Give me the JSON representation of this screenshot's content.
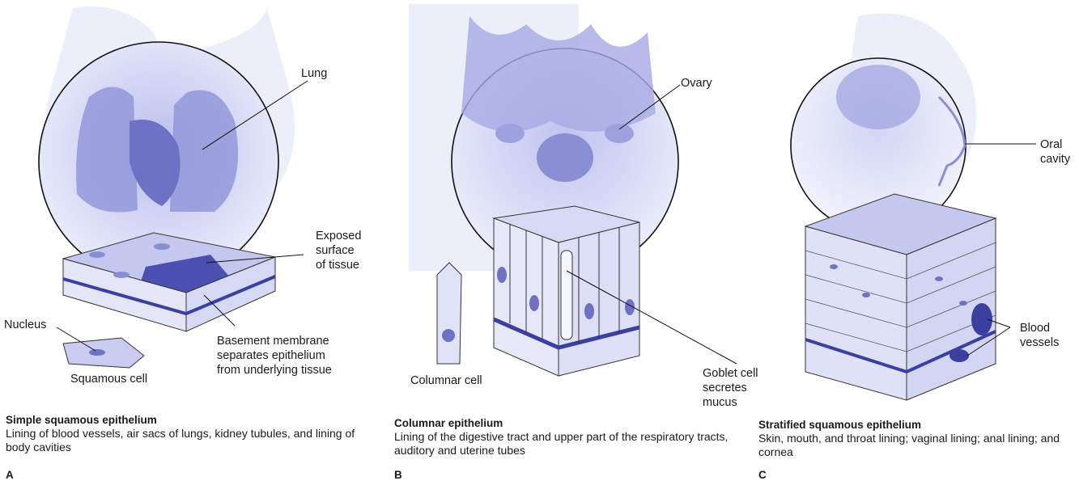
{
  "panels": [
    {
      "letter": "A",
      "title": "Simple squamous epithelium",
      "description": "Lining of blood vessels, air sacs of lungs, kidney tubules, and lining of body cavities",
      "labels": {
        "lung": "Lung",
        "exposed_surface": "Exposed\nsurface\nof tissue",
        "nucleus": "Nucleus",
        "basement_membrane": "Basement membrane\nseparates epithelium\nfrom underlying tissue",
        "cell": "Squamous cell"
      }
    },
    {
      "letter": "B",
      "title": "Columnar epithelium",
      "description": "Lining of the digestive tract and upper part of the respiratory tracts, auditory and uterine tubes",
      "labels": {
        "ovary": "Ovary",
        "cell": "Columnar cell",
        "goblet": "Goblet cell\nsecretes mucus"
      }
    },
    {
      "letter": "C",
      "title": "Stratified squamous epithelium",
      "description": "Skin, mouth, and throat lining; vaginal lining; anal lining; and cornea",
      "labels": {
        "oral": "Oral\ncavity",
        "blood": "Blood\nvessels"
      }
    }
  ],
  "colors": {
    "tissue": "#c9ccf0",
    "dark": "#4b4fb0",
    "line": "#222233"
  }
}
